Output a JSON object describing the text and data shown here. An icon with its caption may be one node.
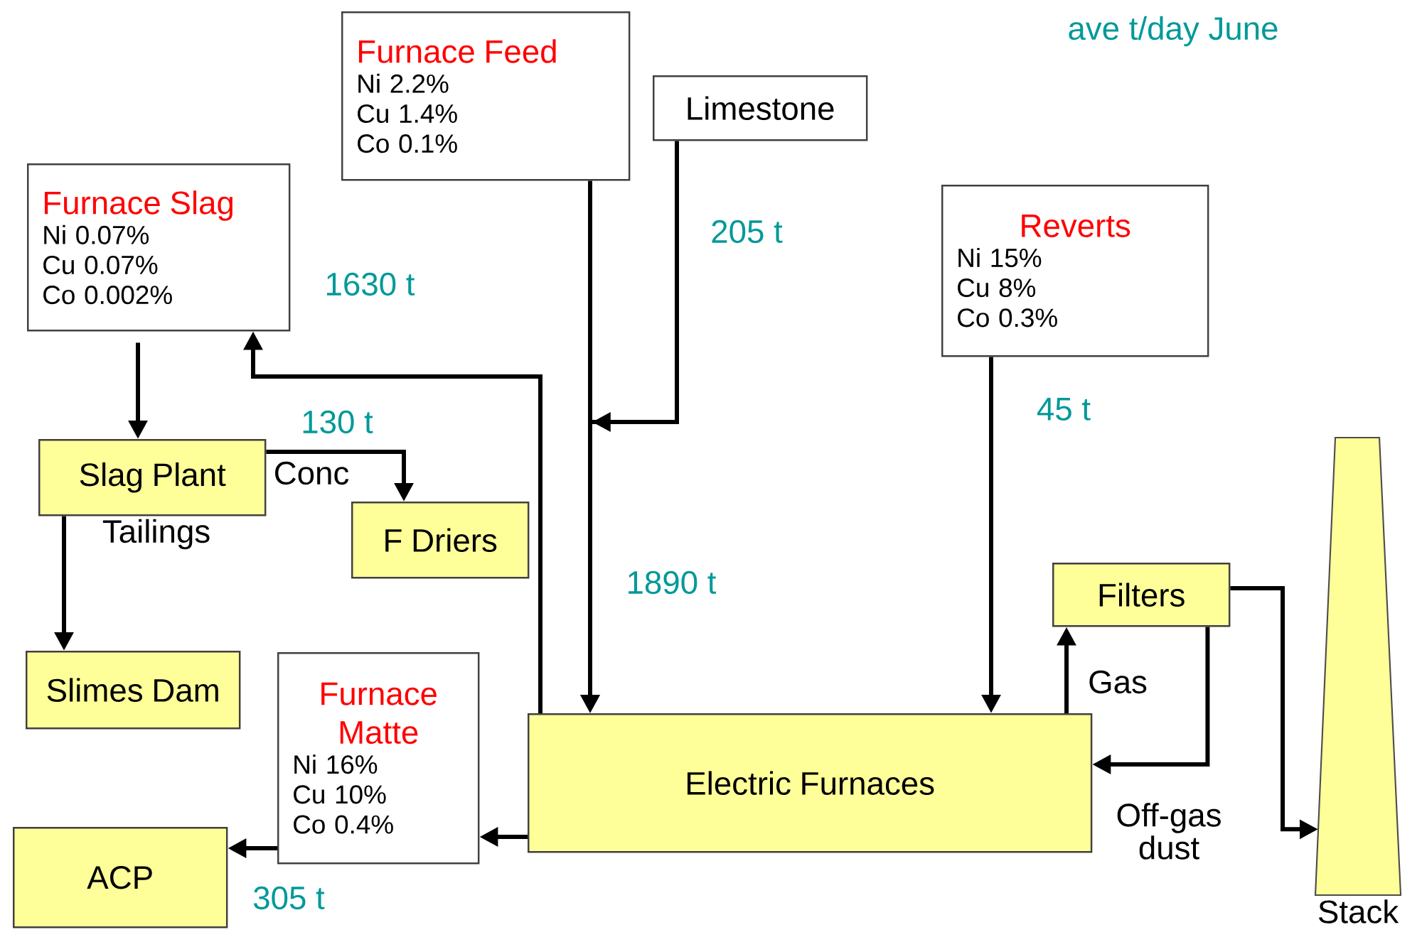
{
  "diagram": {
    "nodes": [
      {
        "text": [
          "Furnace Feed",
          "Ni 2.2%",
          "Cu 1.4%",
          "Co 0.1%"
        ]
      },
      {
        "text": [
          "Limestone"
        ]
      },
      {
        "text": [
          "Furnace Slag",
          "Ni 0.07%",
          "Cu 0.07%",
          "Co 0.002%"
        ]
      },
      {
        "text": [
          "Reverts",
          "Ni 15%",
          "Cu 8%",
          "Co 0.3%"
        ]
      },
      {
        "text": [
          "Slag Plant"
        ]
      },
      {
        "text": [
          "F Driers"
        ]
      },
      {
        "text": [
          "Filters"
        ]
      },
      {
        "text": [
          "Slimes Dam"
        ]
      },
      {
        "text": [
          "Furnace Matte",
          "Ni 16%",
          "Cu 10%",
          "Co 0.4%"
        ]
      },
      {
        "text": [
          "Electric Furnaces"
        ]
      },
      {
        "text": [
          "ACP"
        ]
      },
      {
        "text": [
          "Stack"
        ]
      }
    ],
    "edges": [
      {
        "from": 0,
        "to": 9,
        "arrow": "to",
        "label": "1890 t"
      },
      {
        "from": 1,
        "to": 9,
        "arrow": "to",
        "label": "205 t"
      },
      {
        "from": 9,
        "to": 2,
        "arrow": "to",
        "label": "1630 t"
      },
      {
        "from": 2,
        "to": 4,
        "arrow": "to"
      },
      {
        "from": 4,
        "to": 5,
        "arrow": "to",
        "label": "130 t"
      },
      {
        "from": 4,
        "to": 7,
        "arrow": "to",
        "label": "Tailings"
      },
      {
        "from": 3,
        "to": 9,
        "arrow": "to",
        "label": "45 t"
      },
      {
        "from": 9,
        "to": 6,
        "arrow": "to",
        "label": "Gas"
      },
      {
        "from": 6,
        "to": 9,
        "arrow": "to",
        "label": "Off-gas dust"
      },
      {
        "from": 6,
        "to": 11,
        "arrow": "to"
      },
      {
        "from": 9,
        "to": 8,
        "arrow": "to"
      },
      {
        "from": 8,
        "to": 10,
        "arrow": "to",
        "label": "305 t"
      }
    ],
    "labels": [
      "ave t/day June",
      "Conc"
    ]
  }
}
